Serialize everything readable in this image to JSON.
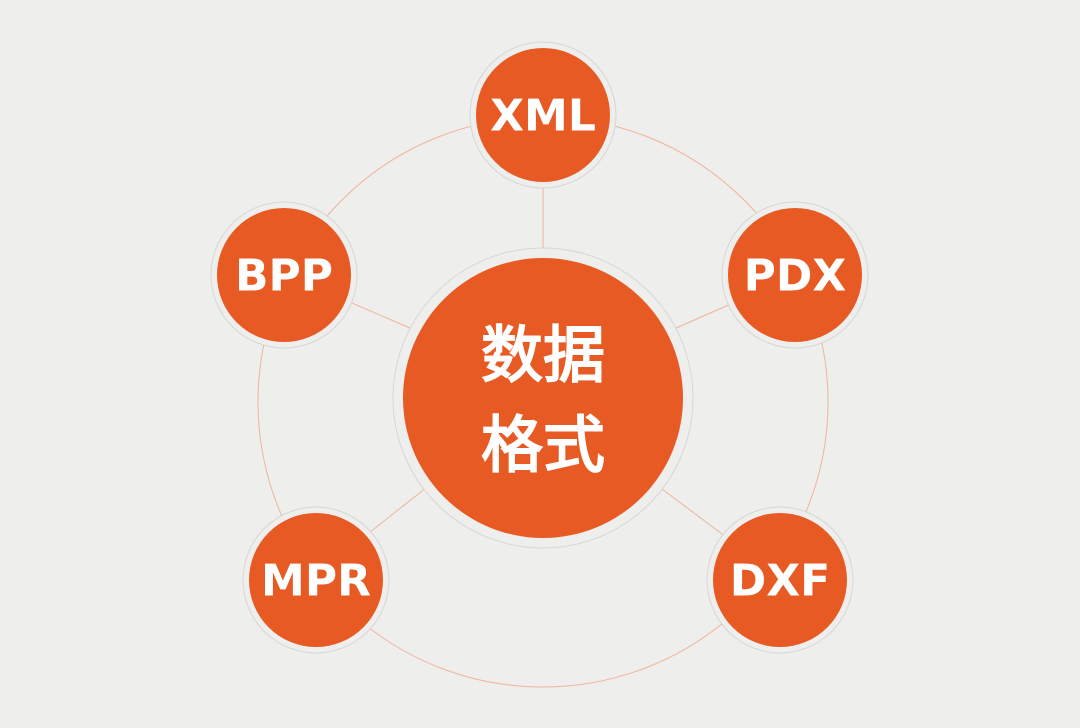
{
  "diagram": {
    "center_label_line1": "数据",
    "center_label_line2": "格式",
    "nodes": [
      {
        "id": "xml",
        "label": "XML"
      },
      {
        "id": "pdx",
        "label": "PDX"
      },
      {
        "id": "dxf",
        "label": "DXF"
      },
      {
        "id": "mpr",
        "label": "MPR"
      },
      {
        "id": "bpp",
        "label": "BPP"
      }
    ]
  },
  "colors": {
    "background": "#eeeeed",
    "node_fill": "#e85a23",
    "halo_stroke": "#d6d6d6",
    "connector": "#f0b49a",
    "node_text": "#ffffff"
  }
}
